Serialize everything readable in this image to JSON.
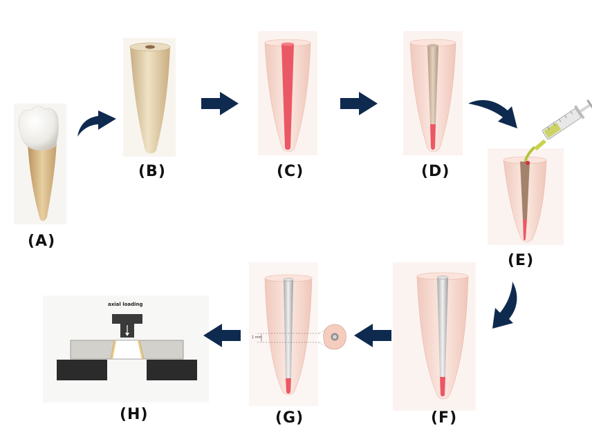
{
  "labels": {
    "a": "(A)",
    "b": "(B)",
    "c": "(C)",
    "d": "(D)",
    "e": "(E)",
    "f": "(F)",
    "g": "(G)",
    "h": "(H)"
  },
  "loading_text": "axial loading",
  "section_text": "1 mm",
  "colors": {
    "arrow": "#0f2a4f",
    "root": "#e6d7b8",
    "translucent_root": "#f6dcd2",
    "canal_red": "#e8424d",
    "post_grey": "#cfcfcf",
    "block": "#2b2b2b",
    "specimen": "#d4d2cc"
  }
}
